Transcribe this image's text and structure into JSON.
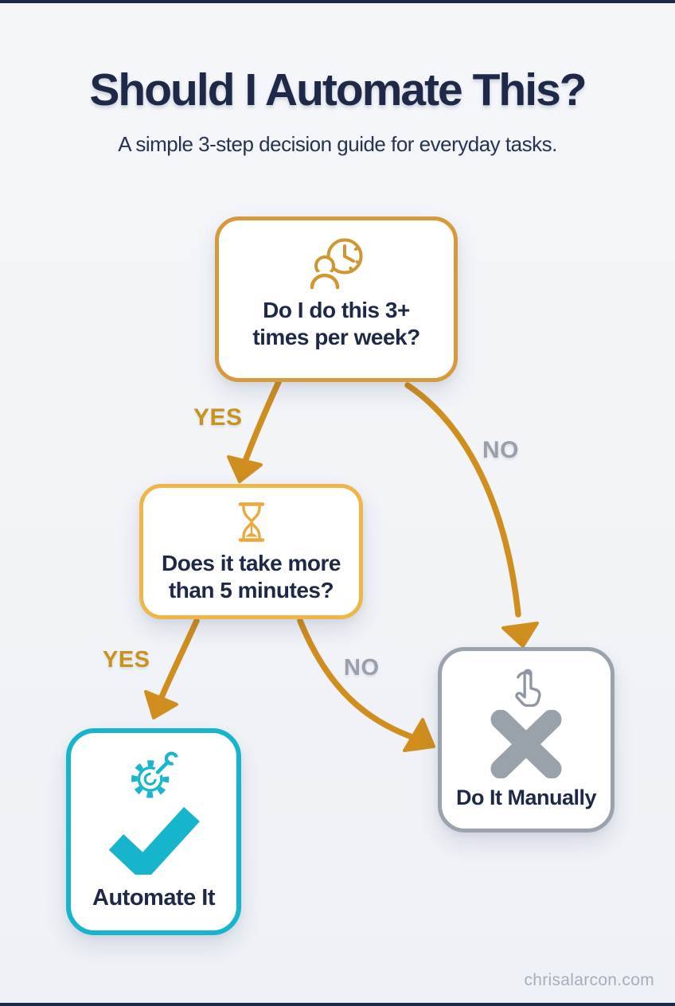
{
  "page": {
    "background": "#f2f4f8",
    "edge_bar_color": "#1c2a47"
  },
  "header": {
    "title": "Should I Automate This?",
    "subtitle": "A simple 3-step decision guide for everyday tasks."
  },
  "flowchart": {
    "arrow_color": "#cf8e1e",
    "nodes": [
      {
        "id": "q1",
        "icon": "person-clock-icon",
        "label": "Do I do this 3+ times per week?",
        "border_color": "#d6993b"
      },
      {
        "id": "q2",
        "icon": "hourglass-icon",
        "label": "Does it take more than 5 minutes?",
        "border_color": "#efb546"
      },
      {
        "id": "automate",
        "icon": "gear-wrench-icon",
        "symbol": "checkmark",
        "label": "Automate It",
        "border_color": "#17b5cc",
        "accent_color": "#17b5cc"
      },
      {
        "id": "manual",
        "icon": "tap-finger-icon",
        "symbol": "x-mark",
        "label": "Do It Manually",
        "border_color": "#9aa2ae",
        "accent_color": "#99a1ab"
      }
    ],
    "edges": [
      {
        "from": "q1",
        "to": "q2",
        "label": "YES",
        "label_color": "#c8921e"
      },
      {
        "from": "q1",
        "to": "manual",
        "label": "NO",
        "label_color": "#98a0ac"
      },
      {
        "from": "q2",
        "to": "automate",
        "label": "YES",
        "label_color": "#c8921e"
      },
      {
        "from": "q2",
        "to": "manual",
        "label": "NO",
        "label_color": "#98a0ac"
      }
    ]
  },
  "footer": {
    "credit": "chrisalarcon.com"
  }
}
